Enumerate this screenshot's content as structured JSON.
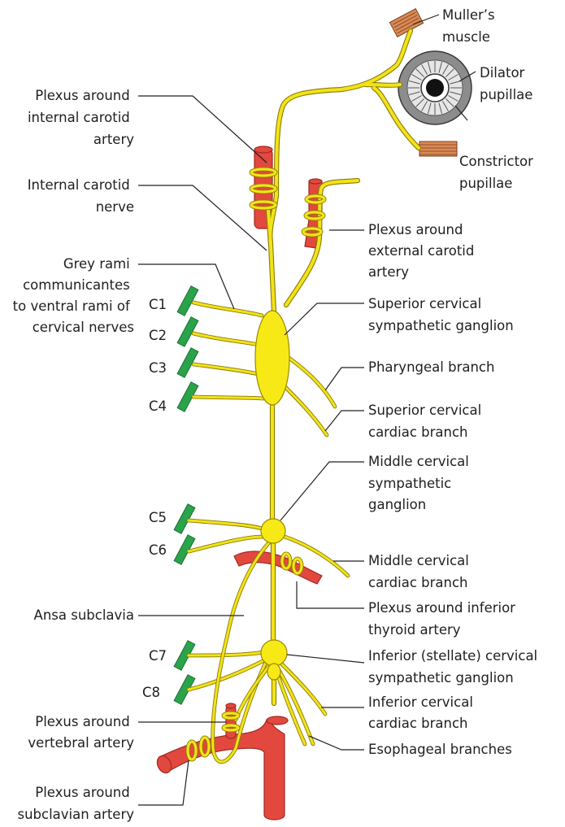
{
  "labels": {
    "muller": [
      "Muller’s",
      "muscle"
    ],
    "dilator": [
      "Dilator",
      "pupillae"
    ],
    "constrictor": [
      "Constrictor",
      "pupillae"
    ],
    "plexus_ica": [
      "Plexus around",
      "internal carotid",
      "artery"
    ],
    "internal_carotid_nerve": [
      "Internal carotid",
      "nerve"
    ],
    "plexus_eca": [
      "Plexus around",
      "external carotid",
      "artery"
    ],
    "grey_rami": [
      "Grey rami",
      "communicantes",
      "to ventral rami of",
      "cervical nerves"
    ],
    "superior_ganglion": [
      "Superior cervical",
      "sympathetic ganglion"
    ],
    "pharyngeal": [
      "Pharyngeal branch"
    ],
    "superior_cardiac": [
      "Superior cervical",
      "cardiac branch"
    ],
    "middle_ganglion": [
      "Middle cervical",
      "sympathetic",
      "ganglion"
    ],
    "middle_cardiac": [
      "Middle cervical",
      "cardiac branch"
    ],
    "plexus_ita": [
      "Plexus around inferior",
      "thyroid artery"
    ],
    "ansa": [
      "Ansa subclavia"
    ],
    "inferior_ganglion": [
      "Inferior (stellate) cervical",
      "sympathetic ganglion"
    ],
    "inferior_cardiac": [
      "Inferior cervical",
      "cardiac branch"
    ],
    "plexus_vertebral": [
      "Plexus around",
      "vertebral artery"
    ],
    "esophageal": [
      "Esophageal branches"
    ],
    "plexus_subclavian": [
      "Plexus around",
      "subclavian artery"
    ]
  },
  "cervical_nerves": [
    "C1",
    "C2",
    "C3",
    "C4",
    "C5",
    "C6",
    "C7",
    "C8"
  ]
}
